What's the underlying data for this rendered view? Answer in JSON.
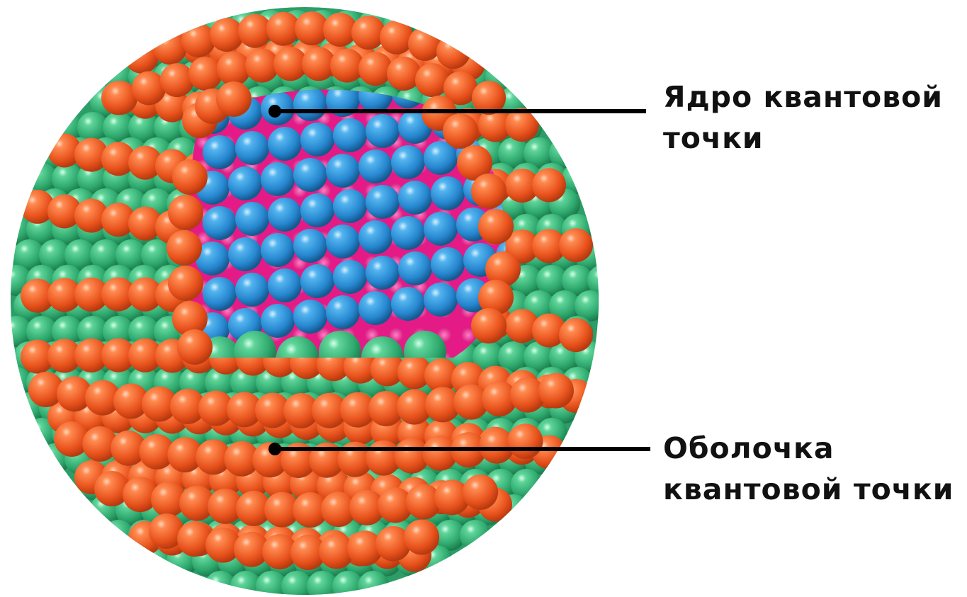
{
  "figure": {
    "colors": {
      "shell_outer": "#f0602a",
      "shell_inner": "#34b477",
      "core": "#2e8fd4",
      "core_lattice": "#e8168a",
      "leader_line": "#000000",
      "background": "#ffffff"
    },
    "labels": {
      "core": {
        "line1": "Ядро квантовой",
        "line2": "точки"
      },
      "shell": {
        "line1": "Оболочка",
        "line2": "квантовой точки"
      }
    }
  }
}
